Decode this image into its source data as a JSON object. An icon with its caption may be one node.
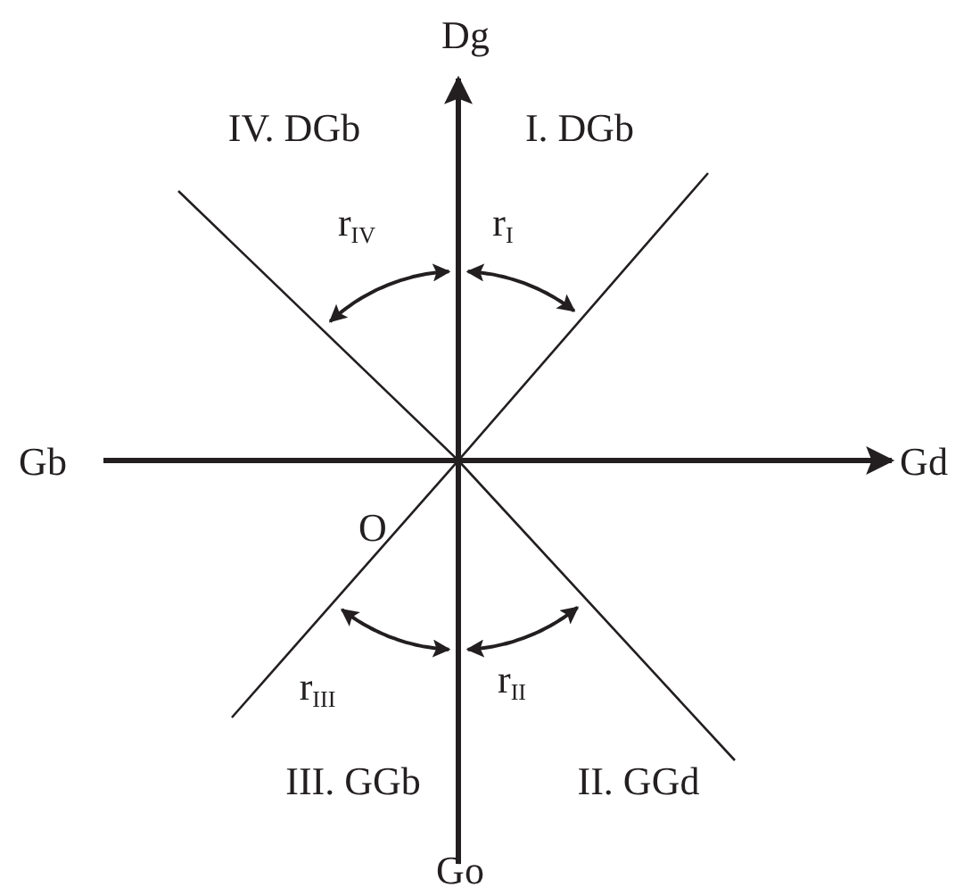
{
  "diagram": {
    "labels": [
      "Dg",
      "IV. DGb",
      "I. DGb",
      "r$_{IV}$",
      "r$_{I}$",
      "Gb",
      "Gd",
      "O",
      "r$_{III}$",
      "r$_{II}$",
      "III. GGb",
      "II. GGd",
      "Go"
    ]
  }
}
